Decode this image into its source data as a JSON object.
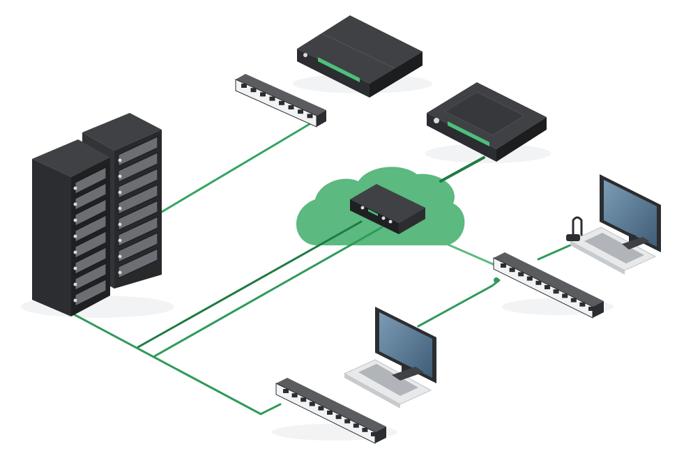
{
  "diagram": {
    "type": "isometric-network-topology",
    "labels": [],
    "colors": {
      "background": "#ffffff",
      "cloud": "#5cb97f",
      "link": "#2f9a5a",
      "link_dark": "#1f7a44",
      "device_top": "#3f4144",
      "device_left": "#2b2d30",
      "device_right": "#1c1d1f",
      "port_led": "#4cc07a",
      "screen": "#5c7d98",
      "screen_frame": "#2b2d30",
      "keyboard": "#e7e9ea"
    },
    "nodes": [
      {
        "id": "server-rack-front",
        "icon": "server-rack-icon"
      },
      {
        "id": "server-rack-back",
        "icon": "server-rack-icon"
      },
      {
        "id": "patch-panel-top",
        "icon": "patch-panel-icon"
      },
      {
        "id": "switch-top",
        "icon": "network-switch-icon"
      },
      {
        "id": "switch-right",
        "icon": "network-switch-icon"
      },
      {
        "id": "cloud-router",
        "icon": "router-icon"
      },
      {
        "id": "patch-panel-right",
        "icon": "patch-panel-icon"
      },
      {
        "id": "workstation-right",
        "icon": "computer-workstation-icon"
      },
      {
        "id": "workstation-bottom",
        "icon": "computer-workstation-icon"
      },
      {
        "id": "patch-panel-bottom",
        "icon": "patch-panel-icon"
      }
    ],
    "links": [
      {
        "from": "server-rack-back",
        "to": "patch-panel-top"
      },
      {
        "from": "server-rack-front",
        "to": "cloud-router"
      },
      {
        "from": "server-rack-front",
        "to": "cloud-router"
      },
      {
        "from": "server-rack-front",
        "to": "patch-panel-bottom"
      },
      {
        "from": "cloud-router",
        "to": "switch-right"
      },
      {
        "from": "cloud-router",
        "to": "patch-panel-right"
      },
      {
        "from": "patch-panel-right",
        "to": "workstation-right"
      },
      {
        "from": "patch-panel-right",
        "to": "workstation-bottom"
      }
    ]
  }
}
